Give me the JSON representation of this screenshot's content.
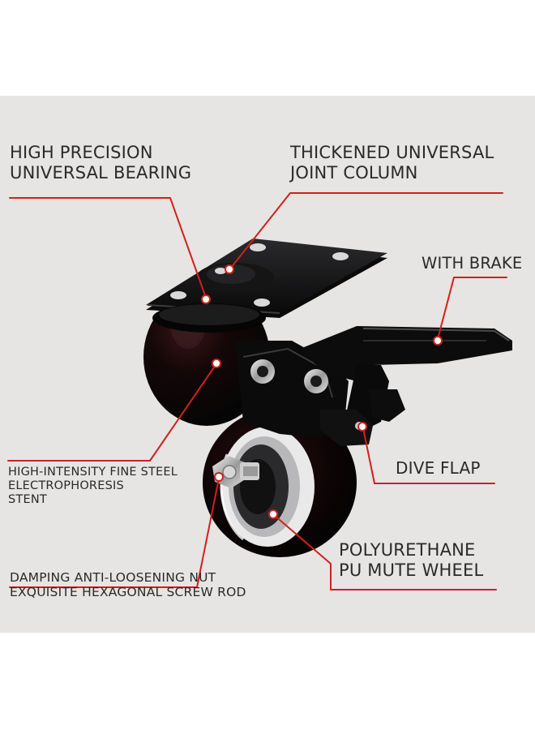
{
  "labels": {
    "bearing": [
      "HIGH PRECISION",
      "UNIVERSAL BEARING"
    ],
    "column": [
      "THICKENED UNIVERSAL",
      "JOINT COLUMN"
    ],
    "brake": [
      "WITH BRAKE"
    ],
    "stent": [
      "HIGH-INTENSITY FINE STEEL",
      "ELECTROPHORESIS",
      "STENT"
    ],
    "flap": [
      "DIVE FLAP"
    ],
    "wheel": [
      "POLYURETHANE",
      "PU MUTE WHEEL"
    ],
    "nut": [
      "DAMPING ANTI-LOOSENING NUT",
      "EXQUISITE HEXAGONAL SCREW ROD"
    ]
  },
  "colors": {
    "background_panel": "#e6e5e3",
    "leader_line": "#d0211c",
    "caster_body": "#0c0c0d",
    "wheel_rim": "#e9e9ea"
  }
}
